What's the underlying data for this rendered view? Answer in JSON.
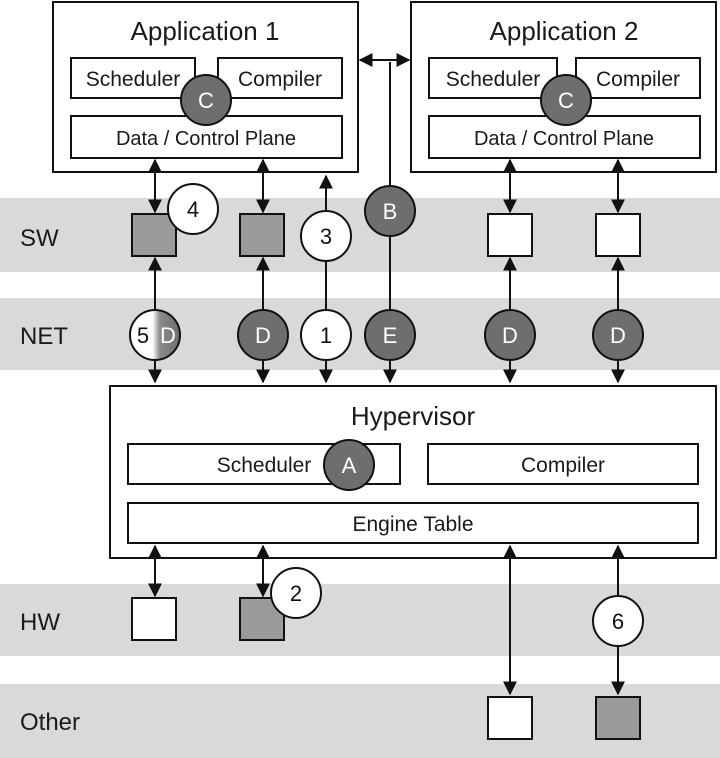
{
  "bands": {
    "sw": "SW",
    "net": "NET",
    "hw": "HW",
    "other": "Other"
  },
  "app1": {
    "title": "Application 1",
    "scheduler": "Scheduler",
    "compiler": "Compiler",
    "plane": "Data / Control Plane"
  },
  "app2": {
    "title": "Application 2",
    "scheduler": "Scheduler",
    "compiler": "Compiler",
    "plane": "Data / Control Plane"
  },
  "hypervisor": {
    "title": "Hypervisor",
    "scheduler": "Scheduler",
    "compiler": "Compiler",
    "engine_table": "Engine Table"
  },
  "markers": {
    "a": "A",
    "b": "B",
    "c": "C",
    "d": "D",
    "e": "E",
    "n1": "1",
    "n2": "2",
    "n3": "3",
    "n4": "4",
    "n5": "5",
    "n6": "6"
  },
  "colors": {
    "band": "#d9d9d9",
    "marker_dark": "#6e6e6e",
    "square_gray": "#9a9a9a"
  }
}
